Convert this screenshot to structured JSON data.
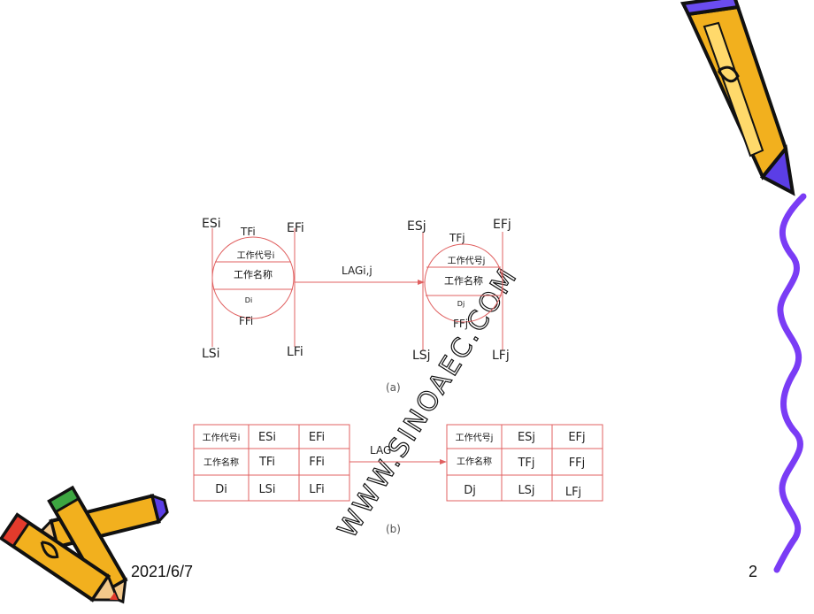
{
  "slide": {
    "date": "2021/6/7",
    "page_number": "2"
  },
  "diagram_a": {
    "caption": "(a)",
    "node_i": {
      "es": "ESi",
      "tf": "TFi",
      "ef": "EFi",
      "code": "工作代号i",
      "name": "工作名称",
      "d": "Di",
      "ff": "FFi",
      "ls": "LSi",
      "lf": "LFi"
    },
    "node_j": {
      "es": "ESj",
      "tf": "TFj",
      "ef": "EFj",
      "code": "工作代号j",
      "name": "工作名称",
      "d": "Dj",
      "ff": "FFj",
      "ls": "LSj",
      "lf": "LFj"
    },
    "lag_label": "LAGi,j"
  },
  "diagram_b": {
    "caption": "(b)",
    "table_i": [
      [
        "工作代号i",
        "ESi",
        "EFi"
      ],
      [
        "工作名称",
        "TFi",
        "FFi"
      ],
      [
        "Di",
        "LSi",
        "LFi"
      ]
    ],
    "table_j": [
      [
        "工作代号j",
        "ESj",
        "EFj"
      ],
      [
        "工作名称",
        "TFj",
        "FFj"
      ],
      [
        "Dj",
        "LSj",
        "LFj"
      ]
    ],
    "lag_label": "LAG"
  },
  "watermark": "WWW.SINOAEC.COM",
  "colors": {
    "diagram_line": "#e06060",
    "pencil_yellow": "#f2b01e",
    "pencil_purple": "#6a4cf0",
    "squiggle": "#7a3cf5"
  }
}
